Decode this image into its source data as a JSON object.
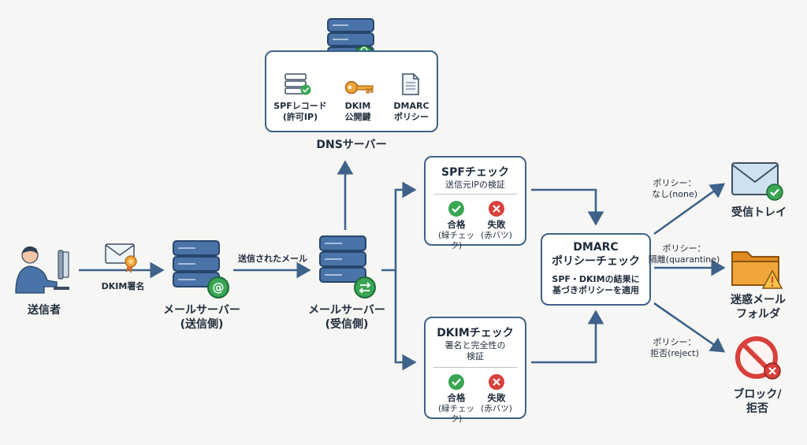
{
  "dns": {
    "title": "DNSサーバー",
    "spf_record": "SPFレコード",
    "spf_record_sub": "(許可IP)",
    "dkim_key": "DKIM",
    "dkim_key_sub": "公開鍵",
    "dmarc_policy": "DMARC",
    "dmarc_policy_sub": "ポリシー"
  },
  "sender": {
    "label": "送信者"
  },
  "dkim_sign": {
    "label": "DKIM署名"
  },
  "sending_server": {
    "line1": "メールサーバー",
    "line2": "(送信側)"
  },
  "sent_mail": {
    "label": "送信されたメール"
  },
  "receiving_server": {
    "line1": "メールサーバー",
    "line2": "(受信側)"
  },
  "spf_check": {
    "title": "SPFチェック",
    "subtitle": "送信元IPの検証",
    "pass": "合格",
    "pass_sub": "(緑チェック)",
    "fail": "失敗",
    "fail_sub": "(赤バツ)"
  },
  "dkim_check": {
    "title": "DKIMチェック",
    "subtitle_line1": "署名と完全性の",
    "subtitle_line2": "検証",
    "pass": "合格",
    "pass_sub": "(緑チェック)",
    "fail": "失敗",
    "fail_sub": "(赤バツ)"
  },
  "dmarc_check": {
    "title_line1": "DMARC",
    "title_line2": "ポリシーチェック",
    "desc_line1": "SPF・DKIMの結果に",
    "desc_line2": "基づきポリシーを適用"
  },
  "outcomes": {
    "inbox": {
      "policy": "ポリシー：",
      "policy_value": "なし(none)",
      "label": "受信トレイ"
    },
    "spam": {
      "policy": "ポリシー：",
      "policy_value": "隔離(quarantine)",
      "label_line1": "迷惑メール",
      "label_line2": "フォルダ"
    },
    "block": {
      "policy": "ポリシー：",
      "policy_value": "拒否(reject)",
      "label_line1": "ブロック/",
      "label_line2": "拒否"
    }
  },
  "colors": {
    "accent_blue": "#3e6289",
    "server_blue": "#4a73a8",
    "pass_green": "#3aa655",
    "fail_red": "#d8403c",
    "folder_orange": "#f0a63a"
  }
}
